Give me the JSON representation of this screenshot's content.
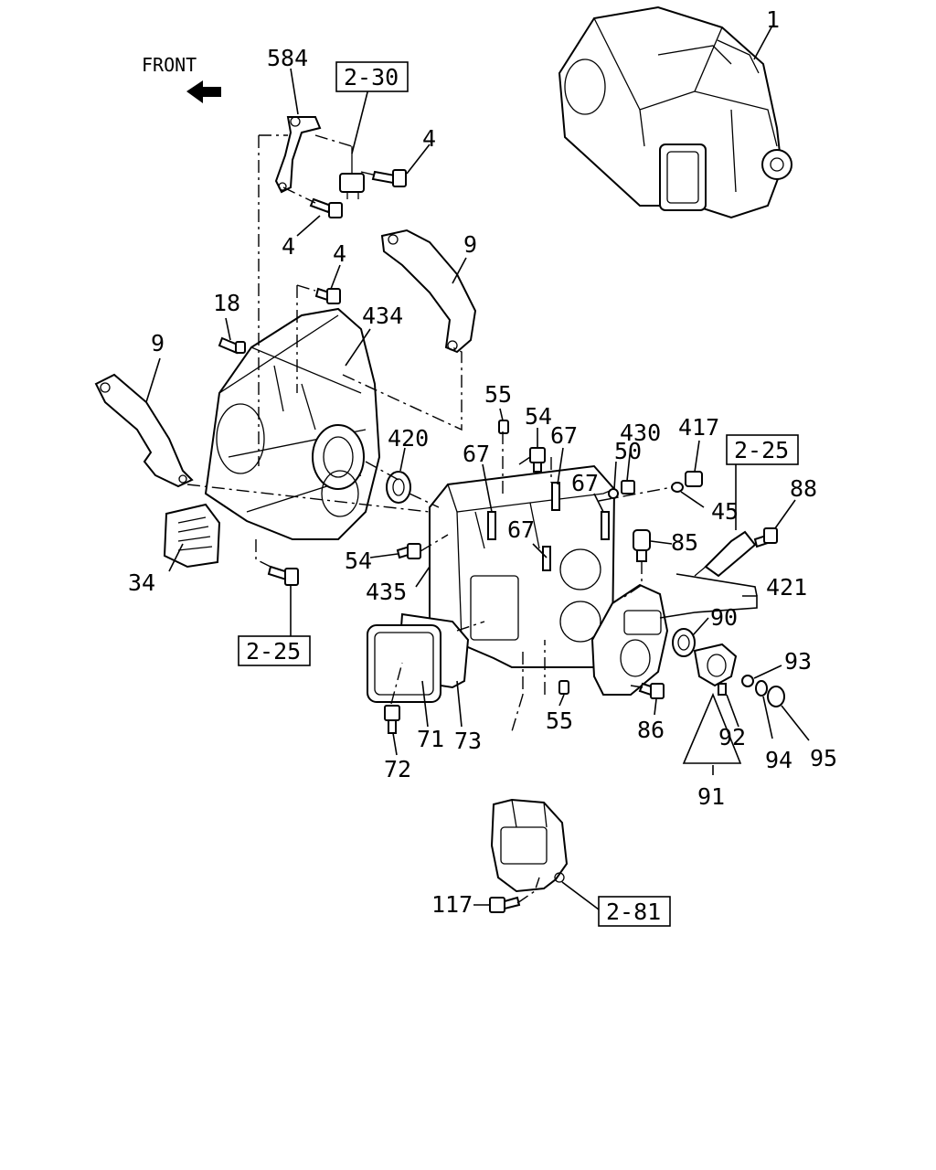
{
  "front_label": "FRONT",
  "callouts": {
    "c1": "1",
    "c584": "584",
    "c4a": "4",
    "c4b": "4",
    "c4c": "4",
    "c9a": "9",
    "c9b": "9",
    "c18": "18",
    "c434": "434",
    "c55a": "55",
    "c54a": "54",
    "c67a": "67",
    "c67b": "67",
    "c67c": "67",
    "c67d": "67",
    "c50": "50",
    "c430": "430",
    "c417": "417",
    "c420": "420",
    "c45": "45",
    "c88": "88",
    "c85": "85",
    "c54b": "54",
    "c435": "435",
    "c421": "421",
    "c90": "90",
    "c93": "93",
    "c34": "34",
    "c92": "92",
    "c94": "94",
    "c95": "95",
    "c86": "86",
    "c55b": "55",
    "c71": "71",
    "c73": "73",
    "c72": "72",
    "c91": "91",
    "c117": "117"
  },
  "references": {
    "r230": "2-30",
    "r225a": "2-25",
    "r225b": "2-25",
    "r281": "2-81"
  }
}
